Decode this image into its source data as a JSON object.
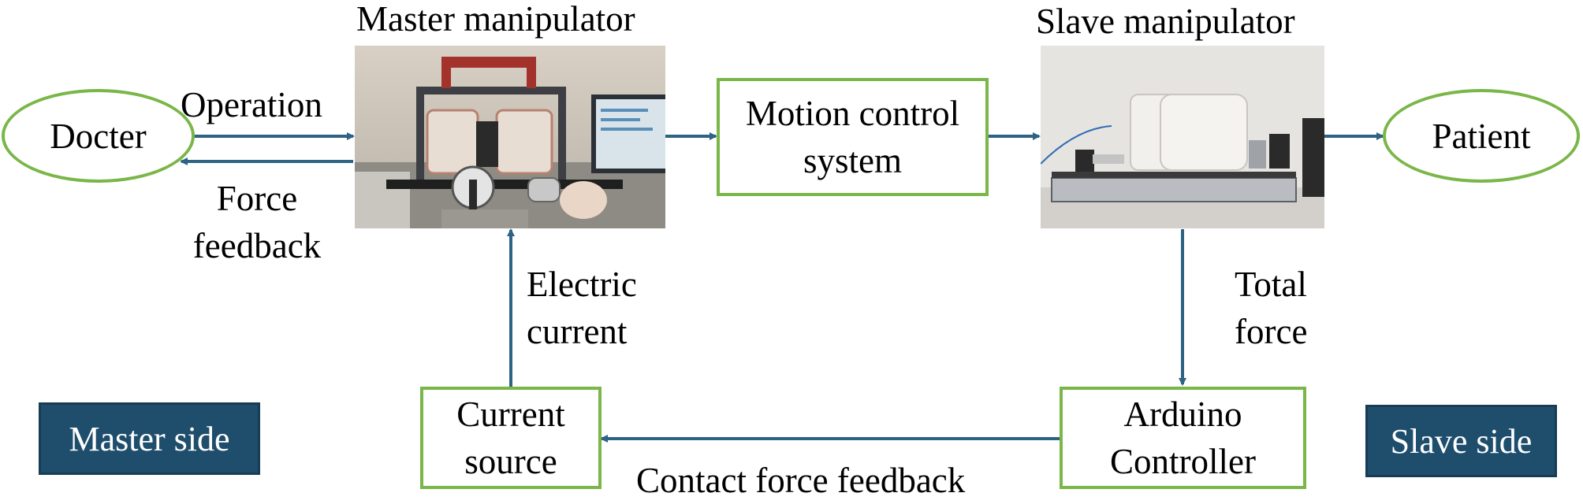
{
  "nodes": {
    "doctor": "Docter",
    "patient": "Patient",
    "motion_control": [
      "Motion control",
      "system"
    ],
    "current_source": [
      "Current",
      "source"
    ],
    "arduino": [
      "Arduino",
      "Controller"
    ]
  },
  "titles": {
    "master": "Master manipulator",
    "slave": "Slave manipulator"
  },
  "edge_labels": {
    "operation": "Operation",
    "force_feedback": [
      "Force",
      "feedback"
    ],
    "electric_current": [
      "Electric",
      "current"
    ],
    "total_force": [
      "Total",
      "force"
    ],
    "contact_force_feedback": "Contact force feedback"
  },
  "sides": {
    "master": "Master side",
    "slave": "Slave side"
  },
  "colors": {
    "box_border": "#7ab648",
    "arrow": "#2e6384",
    "side_fill": "#1f4e6d"
  }
}
